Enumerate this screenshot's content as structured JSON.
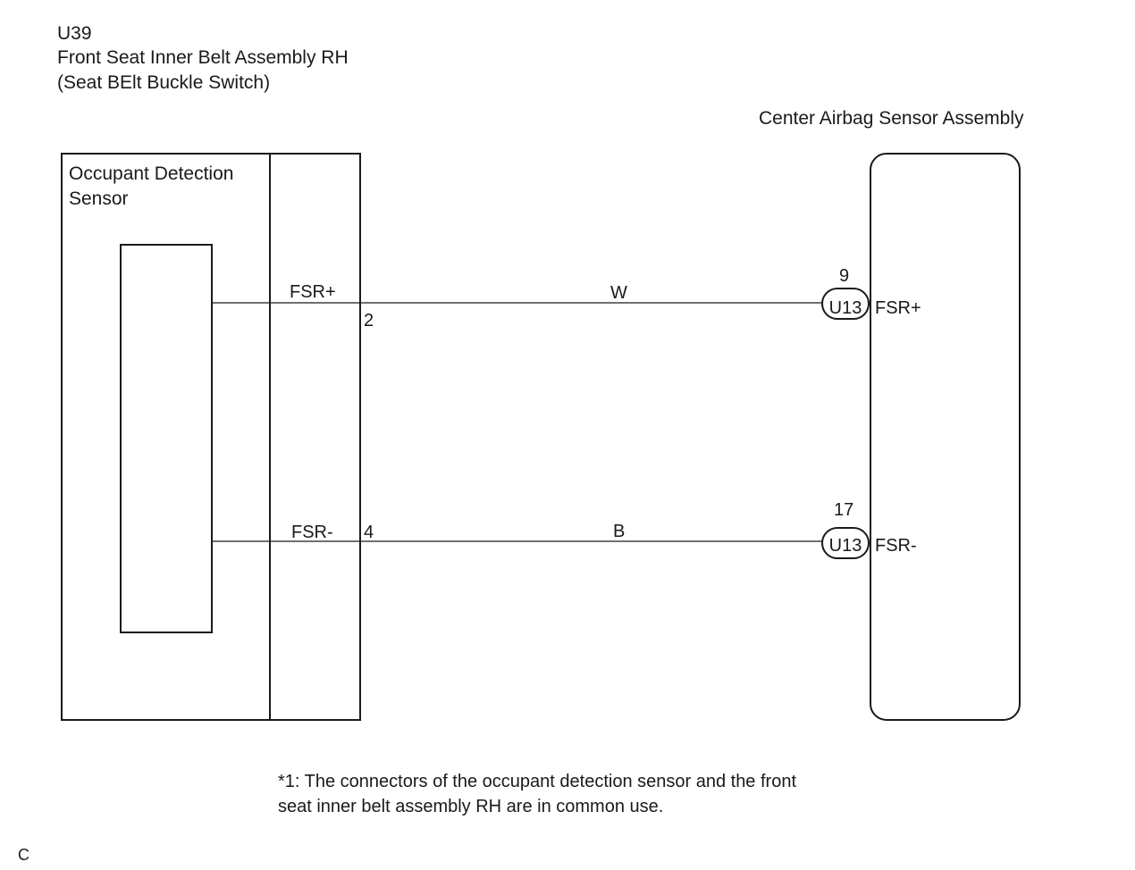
{
  "header": {
    "connector_code": "U39",
    "component_name": "Front Seat Inner Belt Assembly RH",
    "component_sub": "(Seat BElt Buckle Switch)"
  },
  "left_component": {
    "inner_label_line1": "Occupant Detection",
    "inner_label_line2": "Sensor"
  },
  "right_component": {
    "title": "Center Airbag Sensor Assembly"
  },
  "circuits": [
    {
      "left_terminal_name": "FSR+",
      "left_pin": "2",
      "wire_color": "W",
      "right_pin": "9",
      "right_connector": "U13",
      "right_terminal_name": "FSR+"
    },
    {
      "left_terminal_name": "FSR-",
      "left_pin": "4",
      "wire_color": "B",
      "right_pin": "17",
      "right_connector": "U13",
      "right_terminal_name": "FSR-"
    }
  ],
  "footnote": {
    "line1": "*1: The connectors of the occupant detection sensor and the front",
    "line2": "seat inner belt assembly RH are in common use."
  },
  "corner_mark": "C",
  "colors": {
    "line": "#1a1a1a",
    "background": "#ffffff"
  }
}
